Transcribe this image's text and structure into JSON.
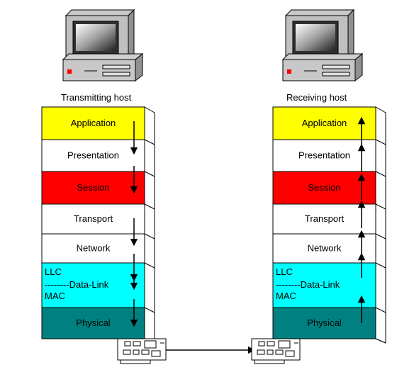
{
  "hosts": {
    "transmitting": {
      "title": "Transmitting host",
      "direction": "down",
      "layers": [
        {
          "name": "Application",
          "color": "#ffff00"
        },
        {
          "name": "Presentation",
          "color": "#ffffff"
        },
        {
          "name": "Session",
          "color": "#ff0000"
        },
        {
          "name": "Transport",
          "color": "#ffffff"
        },
        {
          "name": "Network",
          "color": "#ffffff"
        },
        {
          "name": "Data-Link",
          "color": "#00ffff",
          "sublayers": [
            "LLC",
            "MAC"
          ],
          "separator": "--------"
        },
        {
          "name": "Physical",
          "color": "#008080"
        }
      ]
    },
    "receiving": {
      "title": "Receiving host",
      "direction": "up",
      "layers": [
        {
          "name": "Application",
          "color": "#ffff00"
        },
        {
          "name": "Presentation",
          "color": "#ffffff"
        },
        {
          "name": "Session",
          "color": "#ff0000"
        },
        {
          "name": "Transport",
          "color": "#ffffff"
        },
        {
          "name": "Network",
          "color": "#ffffff"
        },
        {
          "name": "Data-Link",
          "color": "#00ffff",
          "sublayers": [
            "LLC",
            "MAC"
          ],
          "separator": "--------"
        },
        {
          "name": "Physical",
          "color": "#008080"
        }
      ]
    }
  },
  "icons": {
    "computer": "desktop-computer-icon",
    "nic": "network-interface-card-icon"
  },
  "colors": {
    "stack_side": "#ffffff",
    "outline": "#000000"
  }
}
